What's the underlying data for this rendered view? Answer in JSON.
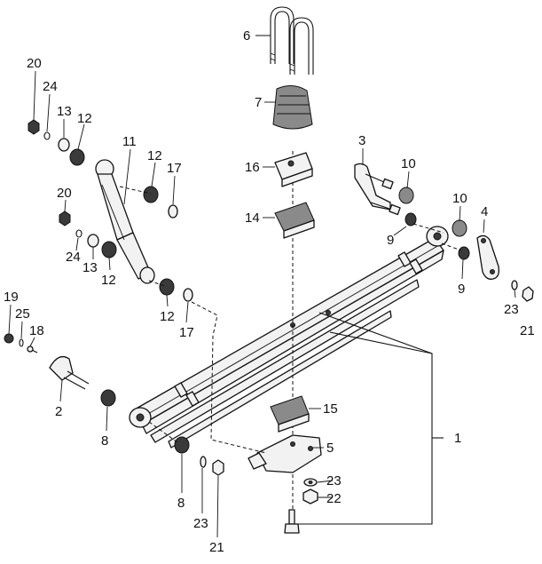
{
  "diagram": {
    "callouts": [
      {
        "id": "c20a",
        "text": "20"
      },
      {
        "id": "c24a",
        "text": "24"
      },
      {
        "id": "c13a",
        "text": "13"
      },
      {
        "id": "c12a",
        "text": "12"
      },
      {
        "id": "c11",
        "text": "11"
      },
      {
        "id": "c12b",
        "text": "12"
      },
      {
        "id": "c17a",
        "text": "17"
      },
      {
        "id": "c20b",
        "text": "20"
      },
      {
        "id": "c24b",
        "text": "24"
      },
      {
        "id": "c13b",
        "text": "13"
      },
      {
        "id": "c12c",
        "text": "12"
      },
      {
        "id": "c12d",
        "text": "12"
      },
      {
        "id": "c17b",
        "text": "17"
      },
      {
        "id": "c6",
        "text": "6"
      },
      {
        "id": "c7",
        "text": "7"
      },
      {
        "id": "c16",
        "text": "16"
      },
      {
        "id": "c14",
        "text": "14"
      },
      {
        "id": "c3",
        "text": "3"
      },
      {
        "id": "c10a",
        "text": "10"
      },
      {
        "id": "c10b",
        "text": "10"
      },
      {
        "id": "c4",
        "text": "4"
      },
      {
        "id": "c9a",
        "text": "9"
      },
      {
        "id": "c9b",
        "text": "9"
      },
      {
        "id": "c23a",
        "text": "23"
      },
      {
        "id": "c21a",
        "text": "21"
      },
      {
        "id": "c19",
        "text": "19"
      },
      {
        "id": "c25",
        "text": "25"
      },
      {
        "id": "c18",
        "text": "18"
      },
      {
        "id": "c2",
        "text": "2"
      },
      {
        "id": "c8a",
        "text": "8"
      },
      {
        "id": "c8b",
        "text": "8"
      },
      {
        "id": "c15",
        "text": "15"
      },
      {
        "id": "c5",
        "text": "5"
      },
      {
        "id": "c23b",
        "text": "23"
      },
      {
        "id": "c22",
        "text": "22"
      },
      {
        "id": "c1",
        "text": "1"
      },
      {
        "id": "c23c",
        "text": "23"
      },
      {
        "id": "c21b",
        "text": "21"
      }
    ]
  }
}
